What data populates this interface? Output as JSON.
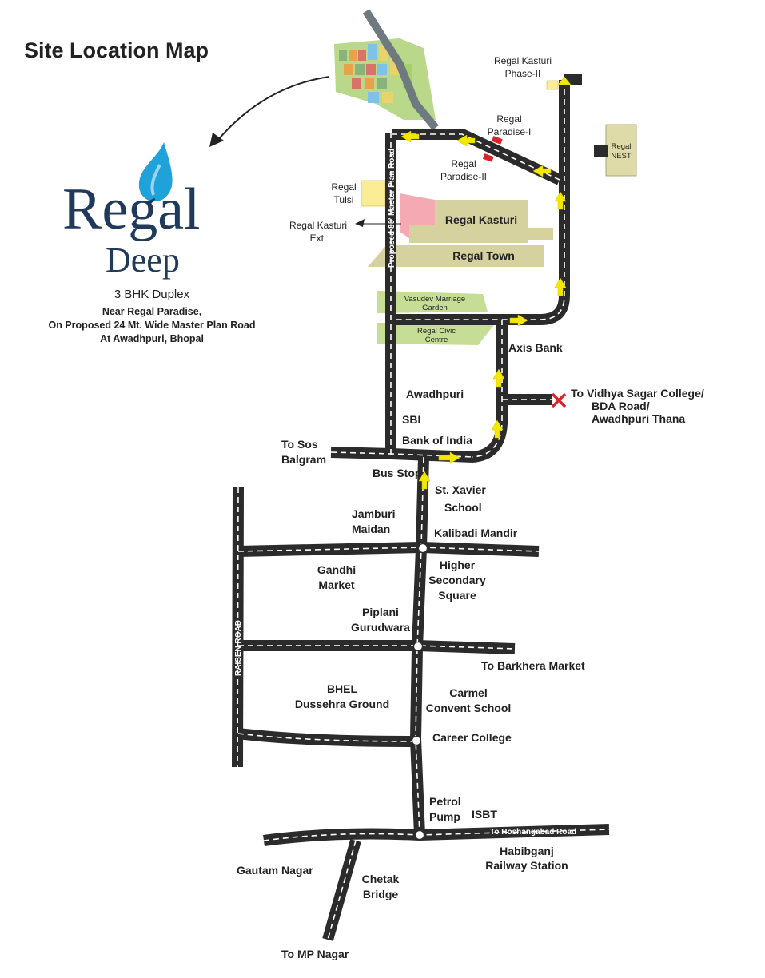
{
  "title": "Site Location Map",
  "brand": {
    "name": "Regal",
    "sub_name": "Deep",
    "product": "3 BHK Duplex",
    "address_lines": [
      "Near Regal Paradise,",
      "On Proposed 24 Mt. Wide Master Plan Road",
      "At  Awadhpuri, Bhopal"
    ]
  },
  "roads": {
    "master_plan": "Proposed 80' Master Plan Road",
    "raisen": "RAISEN ROAD",
    "hoshangabad": "To Hoshangabad Road"
  },
  "places": {
    "kasturi_phase2": [
      "Regal Kasturi",
      "Phase-II"
    ],
    "paradise1": [
      "Regal",
      "Paradise-I"
    ],
    "paradise2": [
      "Regal",
      "Paradise-II"
    ],
    "nest": [
      "Regal",
      "NEST"
    ],
    "tulsi": [
      "Regal",
      "Tulsi"
    ],
    "kasturi_ext": [
      "Regal Kasturi",
      "Ext."
    ],
    "regal_kasturi": "Regal Kasturi",
    "regal_town": "Regal Town",
    "vasudev": [
      "Vasudev Marriage",
      "Garden"
    ],
    "civic": [
      "Regal Civic",
      "Centre"
    ],
    "axis_bank": "Axis Bank",
    "vidhya": [
      "To Vidhya Sagar College/",
      "BDA Road/",
      "Awadhpuri Thana"
    ],
    "awadhpuri": "Awadhpuri",
    "sbi": "SBI",
    "bank_of_india": "Bank of India",
    "sos": [
      "To Sos",
      "Balgram"
    ],
    "bus_stop": "Bus Stop",
    "xavier": [
      "St. Xavier",
      "School"
    ],
    "jamburi": [
      "Jamburi",
      "Maidan"
    ],
    "kalibadi": "Kalibadi Mandir",
    "gandhi": [
      "Gandhi",
      "Market"
    ],
    "higher_sec": [
      "Higher",
      "Secondary",
      "Square"
    ],
    "piplani": [
      "Piplani",
      "Gurudwara"
    ],
    "barkhera": "To Barkhera Market",
    "bhel": [
      "BHEL",
      "Dussehra Ground"
    ],
    "carmel": [
      "Carmel",
      "Convent School"
    ],
    "career": "Career College",
    "petrol": [
      "Petrol",
      "Pump"
    ],
    "isbt": "ISBT",
    "habibganj": [
      "Habibganj",
      "Railway Station"
    ],
    "gautam": "Gautam Nagar",
    "chetak": [
      "Chetak",
      "Bridge"
    ],
    "mp_nagar": "To MP Nagar"
  },
  "colors": {
    "road": "#2b2b2b",
    "arrow": "#f5e800",
    "regal_kasturi_block": "#d6d2a0",
    "green_block": "#c6dd96",
    "tulsi_block": "#fbec96",
    "pink_block": "#f4a9b3",
    "brand_blue": "#1f3a5a",
    "drop_blue": "#1fa1d9",
    "cross_red": "#d9242a"
  }
}
